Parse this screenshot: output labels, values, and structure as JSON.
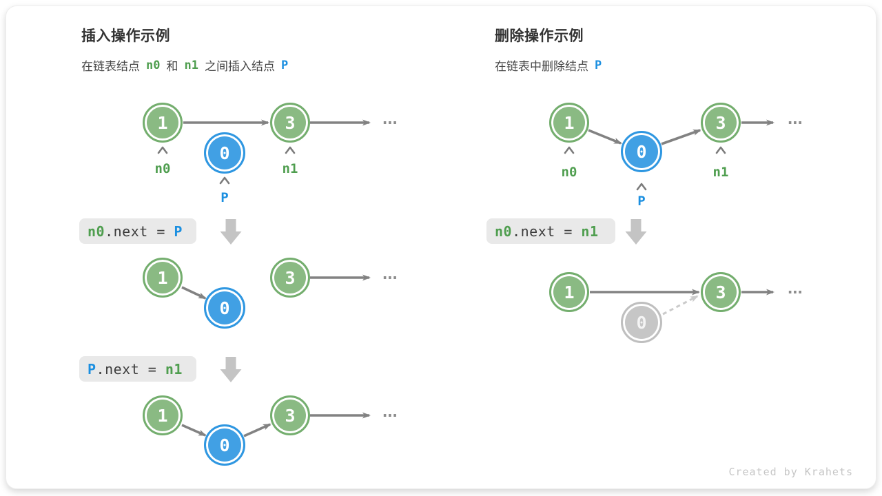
{
  "colors": {
    "node_green_fill": "#8aba83",
    "node_green_border": "#74ae6e",
    "node_blue_fill": "#41a0e4",
    "node_blue_border": "#2f97e1",
    "node_gray_fill": "#c6c6c6",
    "arrow_gray": "#828282",
    "dashed_arrow_gray": "#cbcbcb",
    "label_green": "#4f9e4f",
    "label_blue": "#1b8fe0",
    "code_box_bg": "#e9e9e9",
    "block_arrow_gray": "#c4c4c4"
  },
  "insert_panel": {
    "title": "插入操作示例",
    "subtitle_parts": [
      "在链表结点",
      "n0",
      "和",
      "n1",
      "之间插入结点",
      "P"
    ],
    "nodes": {
      "head": "1",
      "tail": "3",
      "new": "0"
    },
    "pointers": {
      "n0": "n0",
      "n1": "n1",
      "p": "P"
    },
    "ellipsis": "...",
    "step1": {
      "lhs": "n0",
      "op": ".next = ",
      "rhs": "P"
    },
    "step2": {
      "lhs": "P",
      "op": ".next = ",
      "rhs": "n1"
    }
  },
  "delete_panel": {
    "title": "删除操作示例",
    "subtitle_parts": [
      "在链表中删除结点",
      "P"
    ],
    "nodes": {
      "head": "1",
      "tail": "3",
      "removed": "0"
    },
    "pointers": {
      "n0": "n0",
      "n1": "n1",
      "p": "P"
    },
    "ellipsis": "...",
    "step1": {
      "lhs": "n0",
      "op": ".next = ",
      "rhs": "n1"
    }
  },
  "footer": {
    "credit": "Created by Krahets"
  }
}
